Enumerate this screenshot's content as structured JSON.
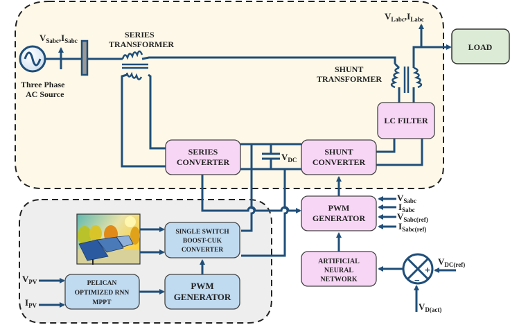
{
  "diagram": {
    "groups": {
      "upper_region": "grid-side power circuit",
      "lower_region": "PV generation circuit"
    },
    "source": {
      "label_line1": "Three Phase",
      "label_line2": "AC Source"
    },
    "source_measure": {
      "v": "V",
      "v_sub": "Sabc",
      "sep": ",",
      "i": "I",
      "i_sub": "Sabc"
    },
    "series_transformer": {
      "line1": "SERIES",
      "line2": "TRANSFORMER"
    },
    "shunt_transformer": {
      "line1": "SHUNT",
      "line2": "TRANSFORMER"
    },
    "load_measure": {
      "v": "V",
      "v_sub": "Labc",
      "sep": ",",
      "i": "I",
      "i_sub": "Labc"
    },
    "load": {
      "label": "LOAD"
    },
    "lc_filter": {
      "label": "LC FILTER"
    },
    "series_converter": {
      "line1": "SERIES",
      "line2": "CONVERTER"
    },
    "shunt_converter": {
      "line1": "SHUNT",
      "line2": "CONVERTER"
    },
    "dc_link": {
      "v": "V",
      "v_sub": "DC"
    },
    "pwm_main": {
      "line1": "PWM",
      "line2": "GENERATOR"
    },
    "pwm_inputs": [
      {
        "main": "V",
        "sub": "Sabc"
      },
      {
        "main": "I",
        "sub": "Sabc"
      },
      {
        "main": "V",
        "sub": "Sabc(ref)"
      },
      {
        "main": "I",
        "sub": "Sabc(ref)"
      }
    ],
    "ann": {
      "line1": "ARTIFICIAL",
      "line2": "NEURAL",
      "line3": "NETWORK"
    },
    "summer": {
      "plus": "+",
      "minus": "−"
    },
    "vdc_ref": {
      "main": "V",
      "sub": "DC(ref)"
    },
    "vd_act": {
      "main": "V",
      "sub": "D(act)"
    },
    "boost_cuk": {
      "line1": "SINGLE SWITCH",
      "line2": "BOOST-CUK",
      "line3": "CONVERTER"
    },
    "mppt": {
      "line1": "PELICAN",
      "line2": "OPTIMIZED  RNN",
      "line3": "MPPT"
    },
    "pwm_pv": {
      "line1": "PWM",
      "line2": "GENERATOR"
    },
    "vpv": {
      "main": "V",
      "sub": "PV"
    },
    "ipv": {
      "main": "I",
      "sub": "PV"
    },
    "colors": {
      "wire": "#1f4e79",
      "upper_bg": "#fdf8e7",
      "lower_bg": "#eeeeee",
      "pink_box": "#f7d6f5",
      "blue_box": "#c0daf0",
      "green_box": "#dcebd6"
    }
  }
}
